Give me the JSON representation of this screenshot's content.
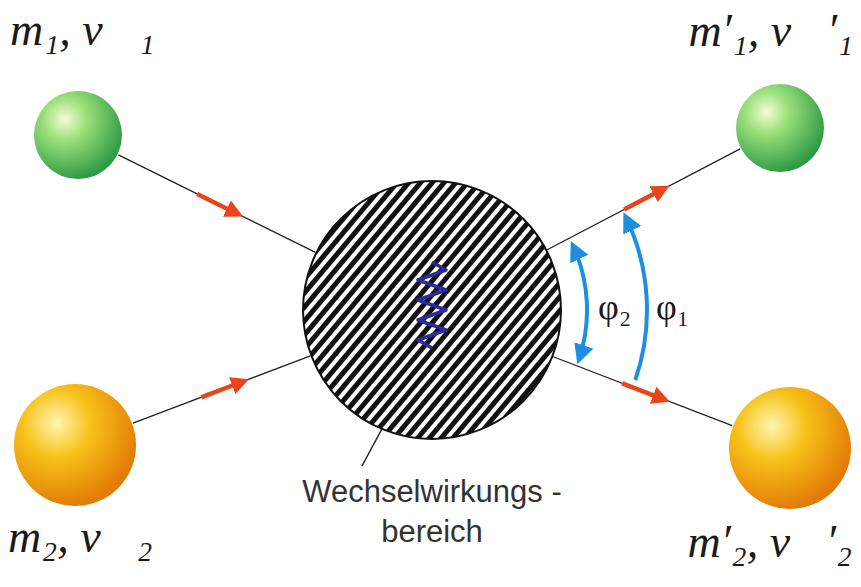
{
  "diagram": {
    "nodes": [
      {
        "text": [
          "m₁, v⃗₁"
        ]
      },
      {
        "text": [
          "m′₁, v⃗′₁"
        ]
      },
      {
        "text": [
          "Wechselwirkungs - bereich"
        ]
      },
      {
        "text": [
          "m₂, v⃗₂"
        ]
      },
      {
        "text": [
          "m′₂, v⃗′₂"
        ]
      }
    ],
    "edges": [
      {
        "from": 0,
        "to": 2,
        "arrow": "to"
      },
      {
        "from": 3,
        "to": 2,
        "arrow": "to"
      },
      {
        "from": 2,
        "to": 1,
        "arrow": "to"
      },
      {
        "from": 2,
        "to": 4,
        "arrow": "to"
      }
    ],
    "labels": [
      "φ₂",
      "φ₁"
    ]
  }
}
